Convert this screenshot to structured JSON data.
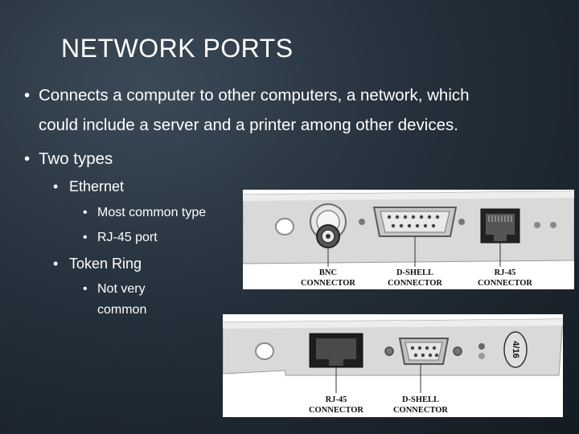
{
  "slide": {
    "title": "NETWORK PORTS",
    "bullets": {
      "b1": "Connects a computer to other computers, a network, which",
      "b1_cont": "could include a server and a printer among other devices.",
      "b2": "Two types",
      "ethernet": "Ethernet",
      "eth_sub1": "Most common type",
      "eth_sub2": "RJ-45 port",
      "token": "Token Ring",
      "tok_sub1": "Not very",
      "tok_sub2": "common"
    }
  },
  "figure1": {
    "bnc1": "BNC",
    "bnc2": "CONNECTOR",
    "dshell1": "D-SHELL",
    "dshell2": "CONNECTOR",
    "rj1": "RJ-45",
    "rj2": "CONNECTOR"
  },
  "figure2": {
    "rj1": "RJ-45",
    "rj2": "CONNECTOR",
    "dshell1": "D-SHELL",
    "dshell2": "CONNECTOR",
    "badge": "4/16"
  },
  "bullet_glyph": "•"
}
